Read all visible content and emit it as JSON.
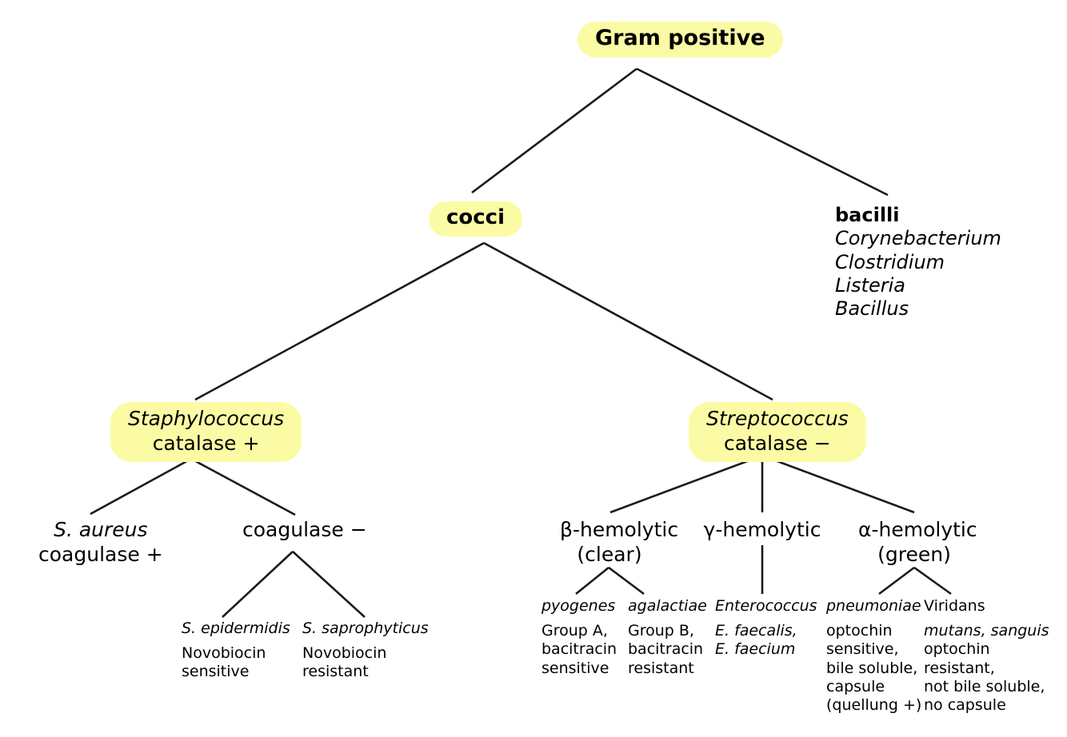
{
  "diagram": {
    "title": "Gram positive bacteria identification tree",
    "accent_color": "#fbfba6",
    "line_color": "#1a1a1a",
    "background": "#ffffff"
  },
  "root": {
    "label": "Gram positive"
  },
  "level1": {
    "cocci": {
      "label": "cocci"
    },
    "bacilli": {
      "heading": "bacilli",
      "items": [
        "Corynebacterium",
        "Clostridium",
        "Listeria",
        "Bacillus"
      ]
    }
  },
  "level2": {
    "staphylococcus": {
      "genus": "Staphylococcus",
      "test": "catalase +"
    },
    "streptococcus": {
      "genus": "Streptococcus",
      "test": "catalase −"
    }
  },
  "staph_branch": {
    "aureus": {
      "name": "S. aureus",
      "detail": "coagulase +"
    },
    "coagulase_negative": {
      "label": "coagulase −"
    },
    "epidermidis": {
      "name": "S. epidermidis",
      "detail_lines": [
        "Novobiocin",
        "sensitive"
      ]
    },
    "saprophyticus": {
      "name": "S. saprophyticus",
      "detail_lines": [
        "Novobiocin",
        "resistant"
      ]
    }
  },
  "strep_branch": {
    "beta": {
      "line1": "β-hemolytic",
      "line2": "(clear)"
    },
    "gamma": {
      "line1": "γ-hemolytic",
      "line2": ""
    },
    "alpha": {
      "line1": "α-hemolytic",
      "line2": "(green)"
    },
    "pyogenes": {
      "name": "pyogenes",
      "detail_lines": [
        "Group A,",
        "bacitracin",
        "sensitive"
      ]
    },
    "agalactiae": {
      "name": "agalactiae",
      "detail_lines": [
        "Group B,",
        "bacitracin",
        "resistant"
      ]
    },
    "enterococcus": {
      "name": "Enterococcus",
      "species_lines": [
        "E. faecalis,",
        "E. faecium"
      ]
    },
    "pneumoniae": {
      "name": "pneumoniae",
      "detail_lines": [
        "optochin",
        "sensitive,",
        "bile soluble,",
        "capsule",
        "(quellung +)"
      ]
    },
    "viridans": {
      "name": "Viridans",
      "species": "mutans, sanguis",
      "detail_lines": [
        "optochin",
        "resistant,",
        "not bile soluble,",
        "no capsule"
      ]
    }
  }
}
